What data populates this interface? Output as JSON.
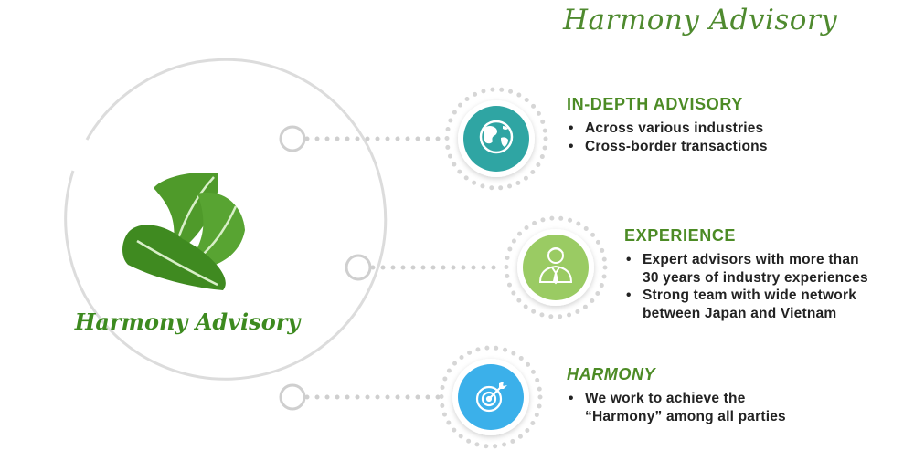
{
  "header": {
    "title": "Harmony Advisory"
  },
  "logo": {
    "text": "Harmony Advisory",
    "leaf_color": "#4f9a2a",
    "text_color": "#3d8a1f"
  },
  "colors": {
    "accent_green": "#4c8b25",
    "ring": "#d9d9d9",
    "advisory_icon_bg": "#2fa5a3",
    "experience_icon_bg": "#9acb63",
    "harmony_icon_bg": "#3bb0ea"
  },
  "sections": [
    {
      "title": "IN-DEPTH ADVISORY",
      "icon": "globe-icon",
      "bullets": [
        "Across various industries",
        "Cross-border transactions"
      ]
    },
    {
      "title": "EXPERIENCE",
      "icon": "businessman-icon",
      "bullets": [
        "Expert advisors with more than\n30 years of industry experiences",
        "Strong team with wide network\nbetween Japan and Vietnam"
      ]
    },
    {
      "title": "HARMONY",
      "icon": "target-icon",
      "bullets": [
        "We work to achieve the\n“Harmony” among all parties"
      ]
    }
  ]
}
